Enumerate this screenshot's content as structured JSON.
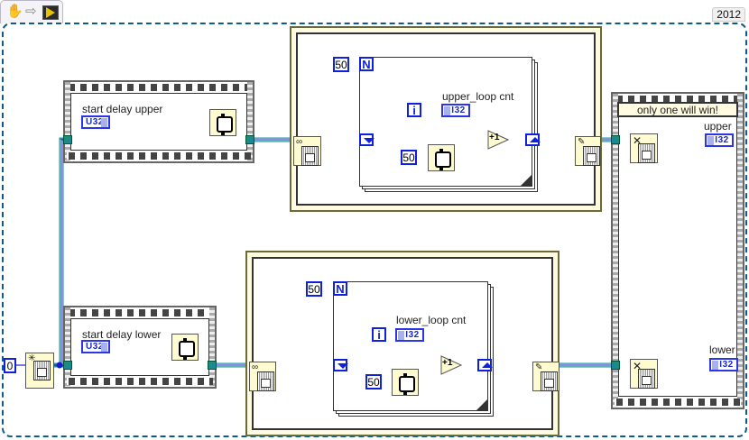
{
  "toolbar": {
    "icons": [
      "hand-tool-icon",
      "arrow-right-icon",
      "vi-block-icon"
    ],
    "version": "2012"
  },
  "colors": {
    "numeric_wire": "#1a1ad2",
    "refnum_wire": "#1e9a9a",
    "structure_border": "#6a6a3a",
    "node_fill": "#fffbd0",
    "diagram_border": "#0f5a8c"
  },
  "init": {
    "constant": "0"
  },
  "upper_seq": {
    "label": "start delay upper",
    "control_type": "U32"
  },
  "lower_seq": {
    "label": "start delay lower",
    "control_type": "U32"
  },
  "upper_loop": {
    "count_constant": "50",
    "n_terminal": "N",
    "i_terminal": "i",
    "indicator_label": "upper_loop cnt",
    "indicator_type": "I32",
    "wait_constant": "50",
    "increment_label": "+1"
  },
  "lower_loop": {
    "count_constant": "50",
    "n_terminal": "N",
    "i_terminal": "i",
    "indicator_label": "lower_loop cnt",
    "indicator_type": "I32",
    "wait_constant": "50",
    "increment_label": "+1"
  },
  "result_seq": {
    "title": "only one will win!",
    "upper_label": "upper",
    "upper_type": "I32",
    "lower_label": "lower",
    "lower_type": "I32"
  }
}
